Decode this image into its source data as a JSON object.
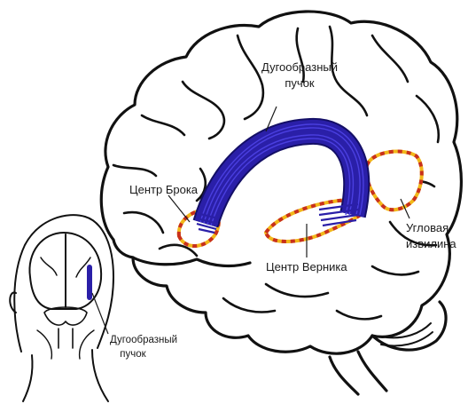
{
  "diagram": {
    "labels": {
      "arcuate_fasciculus_line1": "Дугообразный",
      "arcuate_fasciculus_line2": "пучок",
      "brocas_area": "Центр Брока",
      "angular_gyrus_line1": "Угловая",
      "angular_gyrus_line2": "извилина",
      "wernickes_area": "Центр Верника",
      "inset_label_line1": "Дугообразный",
      "inset_label_line2": "пучок"
    },
    "colors": {
      "outline": "#111111",
      "fasciculus": "#2a1fa8",
      "fasciculus_dark": "#140f66",
      "region_dash_red": "#c8301c",
      "region_dash_yellow": "#f2b81a"
    }
  }
}
